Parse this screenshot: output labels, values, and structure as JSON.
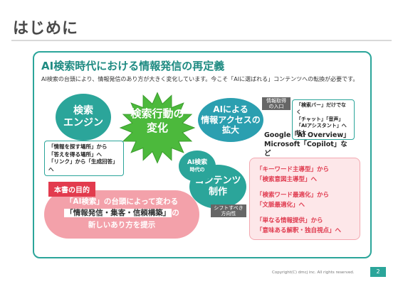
{
  "page": {
    "title": "はじめに",
    "page_number": "2",
    "copyright": "Copyright(C) dmcj inc. All rights reserved."
  },
  "panel": {
    "heading": "AI検索時代における情報発信の再定義",
    "subtitle": "AI検索の台頭により、情報発信のあり方が大きく変化しています。今こそ「AIに選ばれる」コンテンツへの転換が必要です。"
  },
  "nodes": {
    "search_engine": [
      "検索",
      "エンジン"
    ],
    "burst": [
      "検索行動の",
      "変化"
    ],
    "ai_access": [
      "AIによる",
      "情報アクセスの",
      "拡大"
    ],
    "ai_era": [
      "AI検索",
      "時代の"
    ],
    "content": [
      "コンテンツ",
      "制作"
    ]
  },
  "tags": {
    "info_entry": [
      "情報取得",
      "の入口"
    ],
    "shift": [
      "シフトすべき",
      "方向性"
    ]
  },
  "callouts": {
    "search_engine": [
      "「情報を探す場所」から",
      "「答えを得る場所」へ",
      "「リンク」から「生成回答」へ"
    ],
    "search_bar": [
      "「検索バー」だけでなく",
      "「チャット」「音声」",
      "「AIアシスタント」へ拡大"
    ],
    "google": [
      "Google「AI Overview」",
      "Microsoft「Copilot」など"
    ]
  },
  "directions": [
    "「キーワード主導型」から",
    "「検索意図主導型」へ",
    "「検索ワード最適化」から",
    "「文脈最適化」へ",
    "「単なる情報提供」から",
    "「意味ある解釈・独自視点」へ"
  ],
  "purpose": {
    "label": "本書の目的",
    "line1": "「AI検索」の台頭によって変わる",
    "line2_highlight": "「情報発信・集客・信頼構築」",
    "line2_suffix": "の",
    "line3": "新しいあり方を提示"
  },
  "colors": {
    "teal": "#2ba59a",
    "blue": "#2b9fb0",
    "burst_green": "#4cb93c",
    "pink": "#e03c50",
    "light_pink": "#fde7e9"
  }
}
